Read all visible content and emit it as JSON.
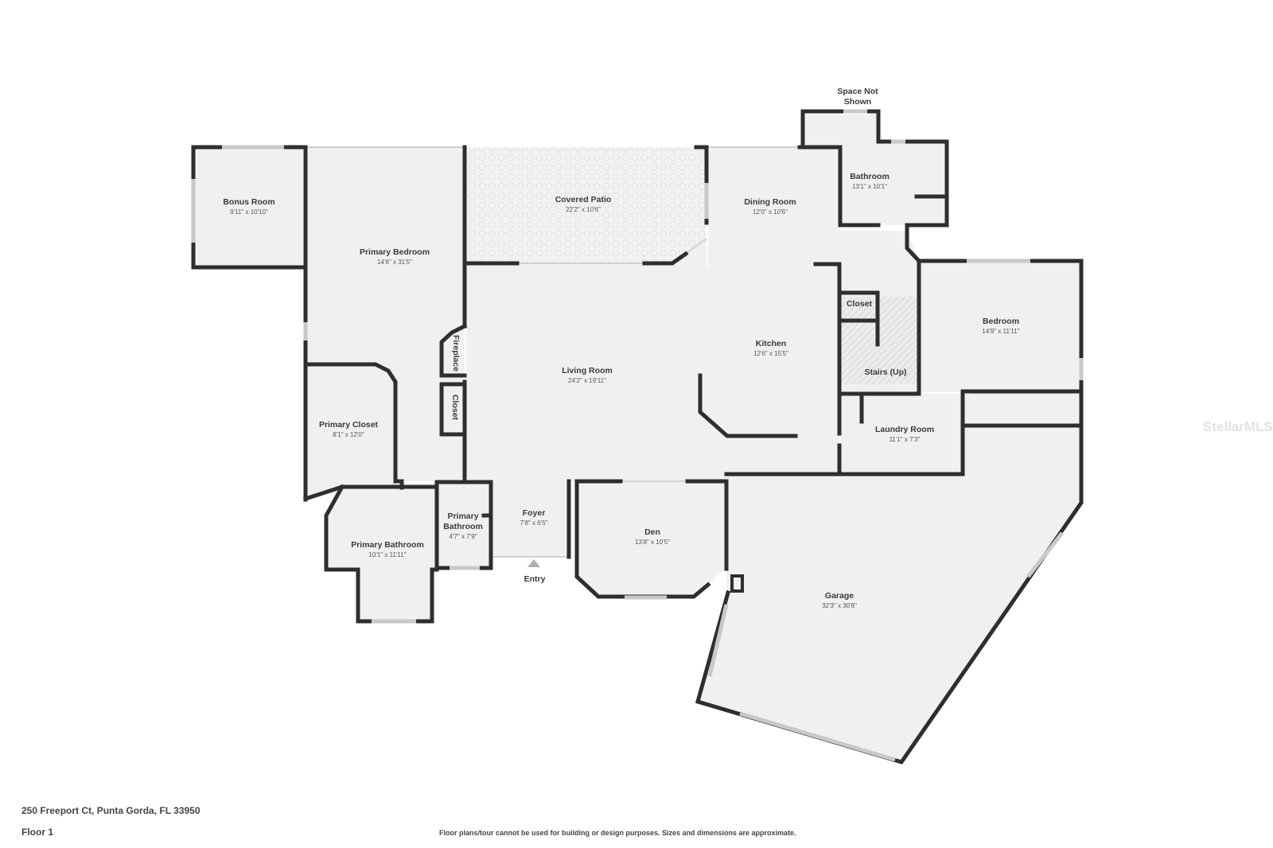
{
  "plan": {
    "rooms": [
      {
        "id": "bonus",
        "name": "Bonus Room",
        "dim": "9'11\" x 10'10\""
      },
      {
        "id": "primary-bedroom",
        "name": "Primary Bedroom",
        "dim": "14'6\" x 31'5\""
      },
      {
        "id": "covered-patio",
        "name": "Covered Patio",
        "dim": "22'2\" x 10'6\""
      },
      {
        "id": "dining",
        "name": "Dining Room",
        "dim": "12'0\" x 10'6\""
      },
      {
        "id": "bathroom",
        "name": "Bathroom",
        "dim": "13'1\" x 10'1\""
      },
      {
        "id": "kitchen",
        "name": "Kitchen",
        "dim": "12'6\" x 15'5\""
      },
      {
        "id": "living",
        "name": "Living Room",
        "dim": "24'2\" x 19'11\""
      },
      {
        "id": "bedroom",
        "name": "Bedroom",
        "dim": "14'9\" x 11'11\""
      },
      {
        "id": "primary-closet",
        "name": "Primary Closet",
        "dim": "8'1\" x 12'0\""
      },
      {
        "id": "laundry",
        "name": "Laundry Room",
        "dim": "11'1\" x 7'3\""
      },
      {
        "id": "foyer",
        "name": "Foyer",
        "dim": "7'8\" x 6'5\""
      },
      {
        "id": "primary-bath-small",
        "name_line1": "Primary",
        "name_line2": "Bathroom",
        "dim": "4'7\" x 7'9\""
      },
      {
        "id": "den",
        "name": "Den",
        "dim": "13'8\" x 10'5\""
      },
      {
        "id": "primary-bathroom",
        "name": "Primary Bathroom",
        "dim": "10'1\" x 11'11\""
      },
      {
        "id": "garage",
        "name": "Garage",
        "dim": "32'3\" x 30'8\""
      }
    ],
    "labels": {
      "space_not_shown_1": "Space Not",
      "space_not_shown_2": "Shown",
      "closet_top": "Closet",
      "stairs": "Stairs (Up)",
      "fireplace": "Fireplace",
      "closet_vertical": "Closet",
      "entry": "Entry"
    }
  },
  "footer": {
    "address": "250 Freeport Ct, Punta Gorda, FL 33950",
    "floor": "Floor 1",
    "disclaimer": "Floor plans/tour cannot be used for building or design purposes. Sizes and dimensions are approximate."
  },
  "watermark": "StellarMLS"
}
